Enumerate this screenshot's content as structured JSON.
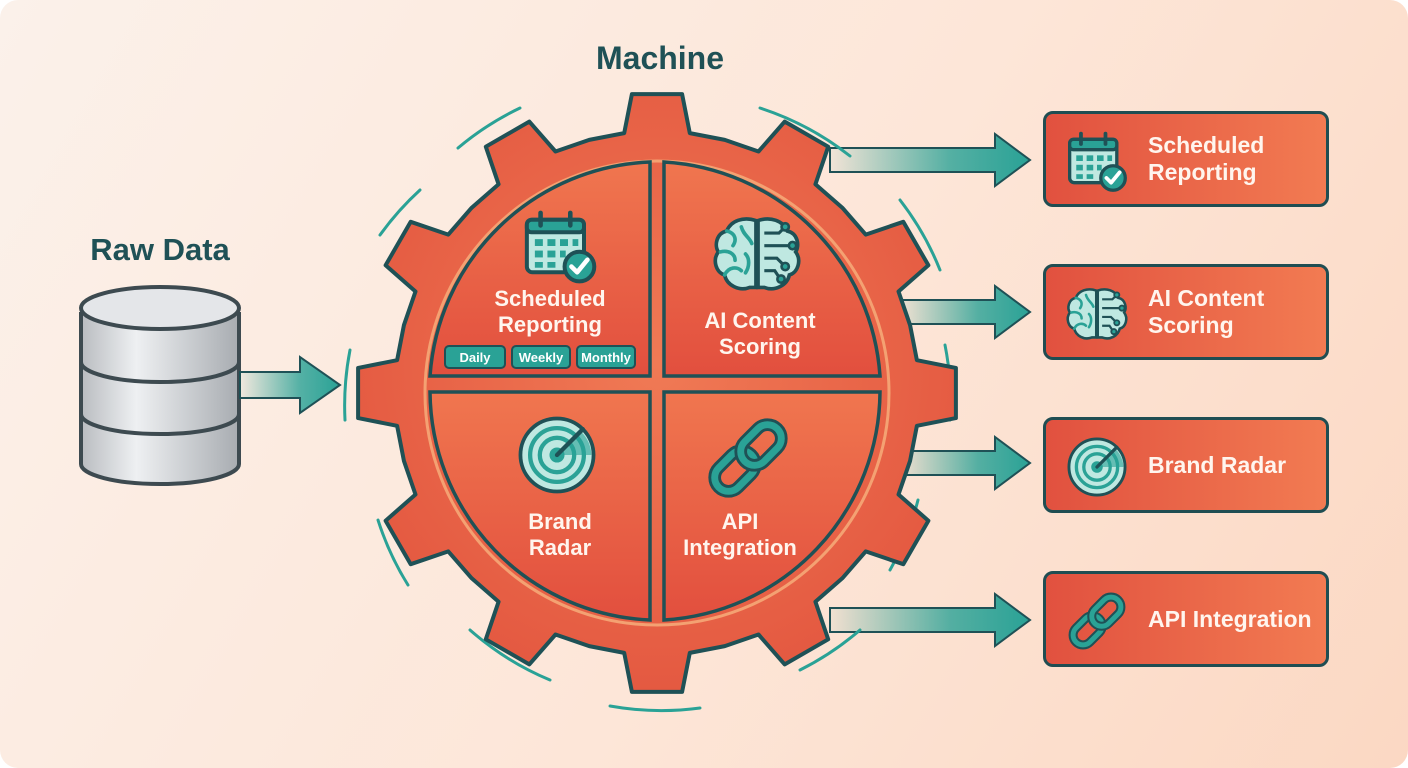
{
  "titles": {
    "input": "Raw Data",
    "machine": "Machine"
  },
  "gear_sections": [
    {
      "icon": "calendar-check-icon",
      "label": "Scheduled Reporting",
      "line1": "Scheduled",
      "line2": "Reporting",
      "pills": [
        "Daily",
        "Weekly",
        "Monthly"
      ]
    },
    {
      "icon": "brain-circuit-icon",
      "label": "AI Content Scoring",
      "line1": "AI Content",
      "line2": "Scoring"
    },
    {
      "icon": "radar-icon",
      "label": "Brand Radar",
      "line1": "Brand",
      "line2": "Radar"
    },
    {
      "icon": "chain-link-icon",
      "label": "API Integration",
      "line1": "API",
      "line2": "Integration"
    }
  ],
  "outputs": [
    {
      "icon": "calendar-check-icon",
      "line1": "Scheduled",
      "line2": "Reporting"
    },
    {
      "icon": "brain-circuit-icon",
      "line1": "AI Content",
      "line2": "Scoring"
    },
    {
      "icon": "radar-icon",
      "line1": "Brand Radar",
      "line2": ""
    },
    {
      "icon": "chain-link-icon",
      "line1": "API Integration",
      "line2": ""
    }
  ],
  "colors": {
    "teal": "#2aa296",
    "dark_teal": "#1f5156",
    "gear_orange": "#ec6a4c",
    "gear_red": "#e04f3e",
    "background": "#fde6d8"
  }
}
